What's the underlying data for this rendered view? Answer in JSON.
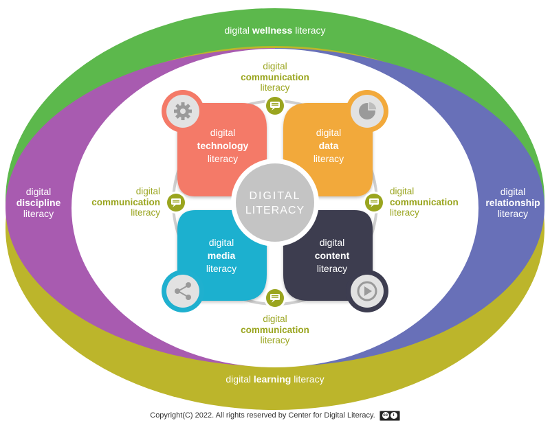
{
  "center": {
    "line1": "DIGITAL",
    "line2": "LITERACY"
  },
  "outer": {
    "top": {
      "pre": "digital",
      "bold": "wellness",
      "post": "literacy",
      "color": "#5cb84c"
    },
    "left": {
      "pre": "digital",
      "bold": "discipline",
      "post": "literacy",
      "color": "#a85bb0"
    },
    "right": {
      "pre": "digital",
      "bold": "relationship",
      "post": "literacy",
      "color": "#6870b8"
    },
    "bottom": {
      "pre": "digital",
      "bold": "learning",
      "post": "literacy",
      "color": "#bcb52b"
    }
  },
  "quadrants": {
    "technology": {
      "pre": "digital",
      "bold": "technology",
      "post": "literacy",
      "color": "#f47a68",
      "icon": "gear-icon"
    },
    "data": {
      "pre": "digital",
      "bold": "data",
      "post": "literacy",
      "color": "#f2a93b",
      "icon": "pie-chart-icon"
    },
    "media": {
      "pre": "digital",
      "bold": "media",
      "post": "literacy",
      "color": "#1fb0cf",
      "icon": "share-icon"
    },
    "content": {
      "pre": "digital",
      "bold": "content",
      "post": "literacy",
      "color": "#3d3d50",
      "icon": "play-icon"
    }
  },
  "communication": {
    "pre": "digital",
    "bold": "communication",
    "post": "literacy",
    "color": "#9aa51f",
    "icon": "chat-icon"
  },
  "copyright": "Copyright(C) 2022. All rights reserved by Center for Digital Literacy.",
  "license_badge": {
    "symbol1": "cc",
    "symbol2": "i",
    "icon": "cc-by-icon"
  }
}
